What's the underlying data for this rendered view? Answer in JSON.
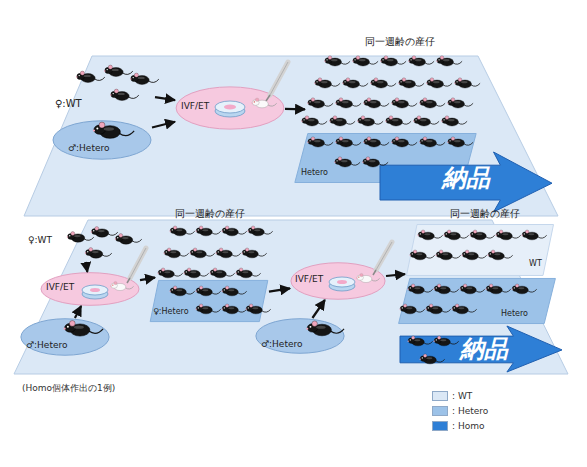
{
  "diagram": {
    "caption": "(Homo個体作出の1例)",
    "nodes": [
      {
        "text": [
          "♀:WT"
        ]
      },
      {
        "text": [
          "♂:Hetero"
        ]
      },
      {
        "text": [
          "IVF/ET"
        ]
      },
      {
        "text": [
          "同一週齢の産仔"
        ]
      },
      {
        "text": [
          "Hetero"
        ],
        "in": 3
      },
      {
        "text": [
          "納品"
        ]
      },
      {
        "text": [
          "♀:WT"
        ]
      },
      {
        "text": [
          "♂:Hetero"
        ]
      },
      {
        "text": [
          "IVF/ET"
        ]
      },
      {
        "text": [
          "同一週齢の産仔"
        ]
      },
      {
        "text": [
          "♀:Hetero"
        ],
        "in": 9
      },
      {
        "text": [
          "IVF/ET"
        ]
      },
      {
        "text": [
          "♂:Hetero"
        ]
      },
      {
        "text": [
          "同一週齢の産仔"
        ]
      },
      {
        "text": [
          "WT"
        ],
        "in": 13
      },
      {
        "text": [
          "Hetero"
        ],
        "in": 13
      },
      {
        "text": [
          "納品"
        ]
      }
    ],
    "edges": [
      {
        "from": 0,
        "to": 2,
        "arrow": "to"
      },
      {
        "from": 1,
        "to": 2,
        "arrow": "to"
      },
      {
        "from": 2,
        "to": 3,
        "arrow": "to"
      },
      {
        "from": 6,
        "to": 8,
        "arrow": "to"
      },
      {
        "from": 7,
        "to": 8,
        "arrow": "to"
      },
      {
        "from": 8,
        "to": 9,
        "arrow": "to"
      },
      {
        "from": 10,
        "to": 11,
        "arrow": "to"
      },
      {
        "from": 12,
        "to": 11,
        "arrow": "to"
      },
      {
        "from": 11,
        "to": 13,
        "arrow": "to"
      }
    ],
    "legend": [
      {
        "text": ": WT",
        "color": "#dbe8f6"
      },
      {
        "text": ": Hetero",
        "color": "#9cc2e8"
      },
      {
        "text": ": Homo",
        "color": "#2e7fd6"
      }
    ]
  }
}
